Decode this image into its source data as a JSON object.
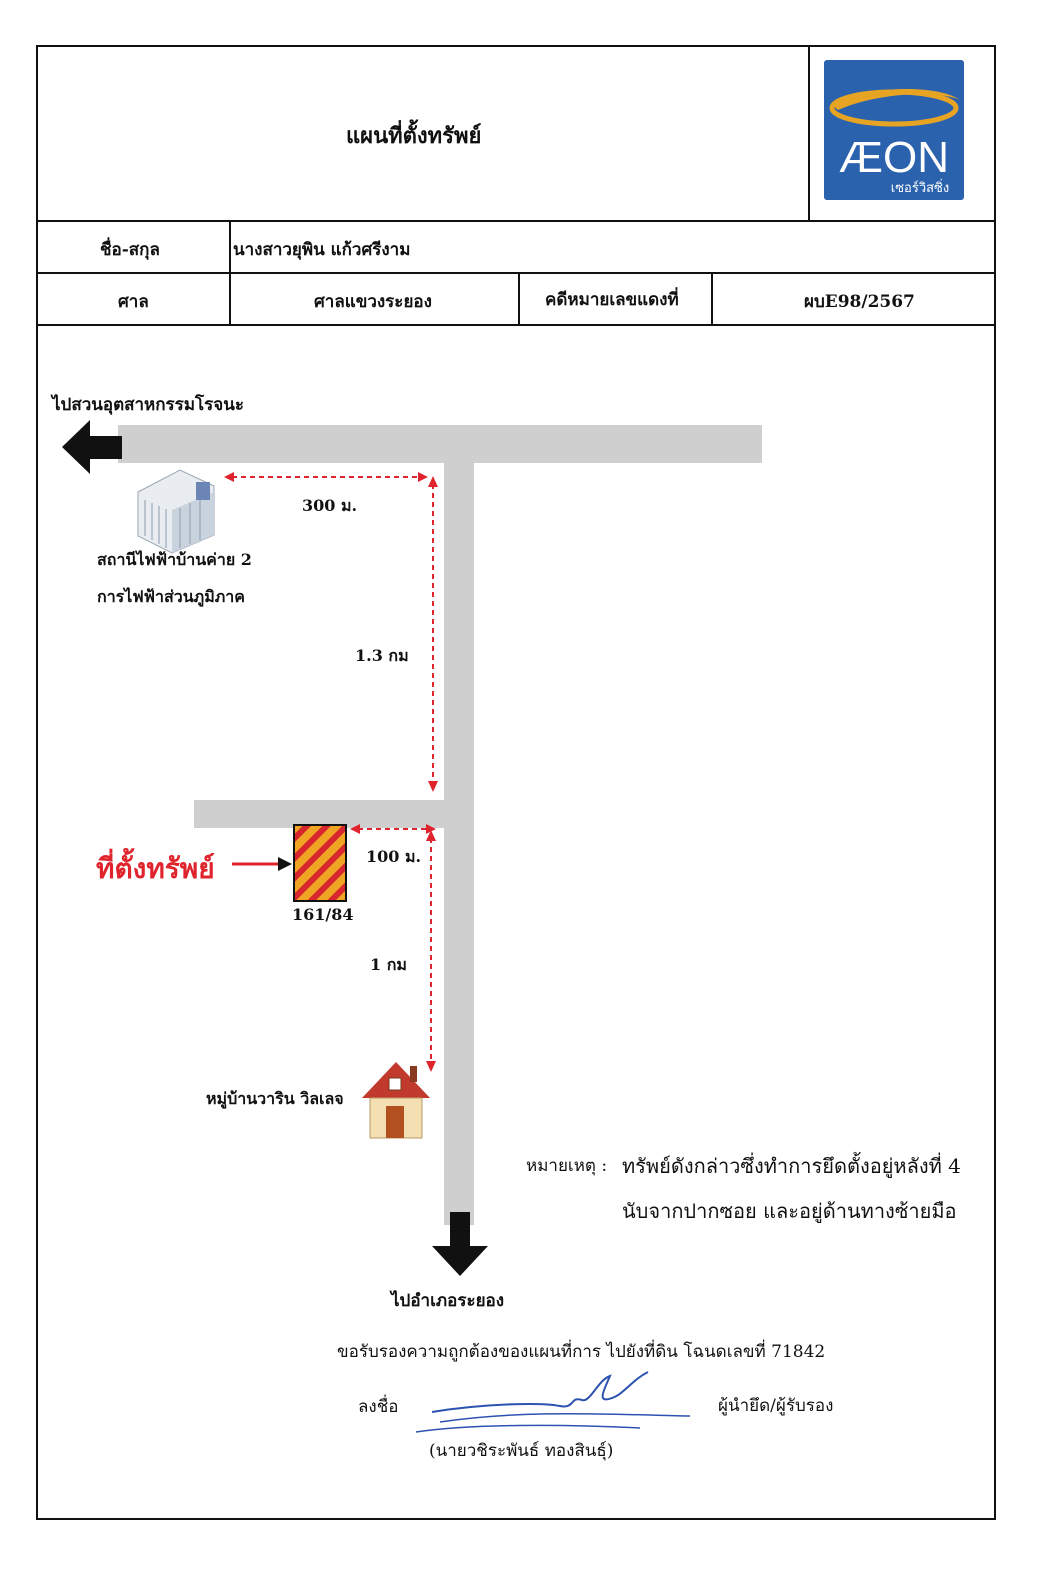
{
  "header": {
    "title": "แผนที่ตั้งทรัพย์",
    "logo": {
      "brand": "ÆON",
      "subtitle": "เซอร์วิสซิ่ง",
      "bg_color": "#2a62ae",
      "swoosh_color": "#e7a423"
    }
  },
  "info_table": {
    "name_label": "ชื่อ-สกุล",
    "name_value": "นางสาวยุพิน แก้วศรีงาม",
    "court_label": "ศาล",
    "court_value": "ศาลแขวงระยอง",
    "case_label": "คดีหมายเลขแดงที่",
    "case_value": "ผบE98/2567"
  },
  "map": {
    "road_color": "#cfcfcf",
    "arrow_color": "#111111",
    "dimension_color": "#e0242d",
    "to_north_west": "ไปสวนอุตสาหกรรมโรจนะ",
    "to_south": "ไปอำเภอระยอง",
    "landmark_station_line1": "สถานีไฟฟ้าบ้านค่าย 2",
    "landmark_station_line2": "การไฟฟ้าส่วนภูมิภาค",
    "landmark_village": "หมู่บ้านวาริน วิลเลจ",
    "dist_300m": "300 ม.",
    "dist_1_3km": "1.3 กม",
    "dist_100m": "100 ม.",
    "dist_1km": "1 กม",
    "property_label": "ที่ตั้งทรัพย์",
    "property_number": "161/84",
    "property_color": "#f0a424",
    "property_stripe_color": "#d7262d"
  },
  "note": {
    "label": "หมายเหตุ :",
    "line1": "ทรัพย์ดังกล่าวซึ่งทำการยึดตั้งอยู่หลังที่ 4",
    "line2": "นับจากปากซอย และอยู่ด้านทางซ้ายมือ"
  },
  "certification": {
    "statement": "ขอรับรองความถูกต้องของแผนที่การ ไปยังที่ดิน โฉนดเลขที่ 71842",
    "sign_label": "ลงชื่อ",
    "signer_role": "ผู้นำยึด/ผู้รับรอง",
    "signer_name": "(นายวชิระพันธ์ ทองสินธุ์)",
    "signature_color": "#2c52b0"
  }
}
